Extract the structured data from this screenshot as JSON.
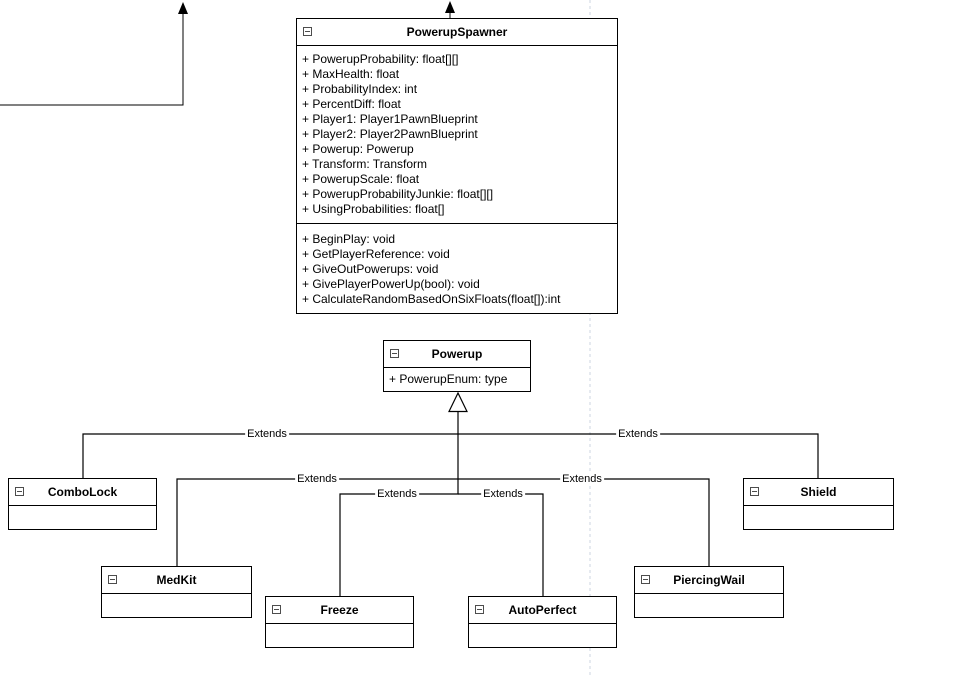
{
  "diagram": {
    "spawner": {
      "name": "PowerupSpawner",
      "attributes": [
        "+ PowerupProbability: float[][]",
        "+ MaxHealth: float",
        "+ ProbabilityIndex: int",
        "+ PercentDiff: float",
        "+ Player1: Player1PawnBlueprint",
        "+ Player2: Player2PawnBlueprint",
        "+ Powerup: Powerup",
        "+ Transform: Transform",
        "+ PowerupScale: float",
        "+ PowerupProbabilityJunkie: float[][]",
        "+ UsingProbabilities: float[]"
      ],
      "methods": [
        "+ BeginPlay: void",
        "+ GetPlayerReference: void",
        "+ GiveOutPowerups: void",
        "+ GivePlayerPowerUp(bool): void",
        "+ CalculateRandomBasedOnSixFloats(float[]):int"
      ]
    },
    "powerup": {
      "name": "Powerup",
      "attributes": [
        "+ PowerupEnum: type"
      ]
    },
    "subclasses": [
      {
        "name": "ComboLock"
      },
      {
        "name": "MedKit"
      },
      {
        "name": "Freeze"
      },
      {
        "name": "AutoPerfect"
      },
      {
        "name": "PiercingWail"
      },
      {
        "name": "Shield"
      }
    ],
    "edge_label": "Extends",
    "icons": {
      "collapse": "minus-square",
      "generalization": "hollow-triangle-up",
      "arrow": "filled-arrow-up"
    },
    "colors": {
      "line": "#000000",
      "page_break": "#ccd5e2",
      "background": "#ffffff",
      "text": "#000000"
    }
  }
}
